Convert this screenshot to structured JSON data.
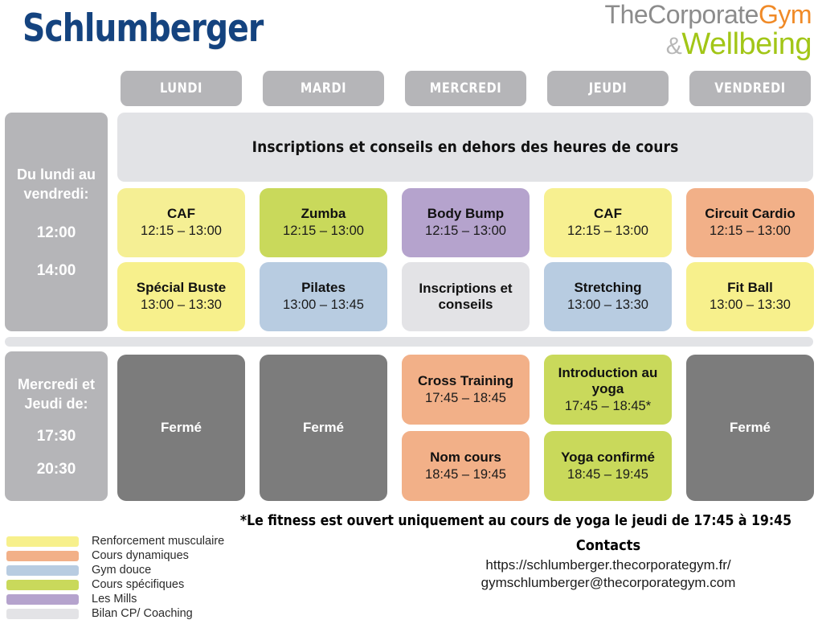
{
  "header": {
    "company_logo": "Schlumberger",
    "brand_line1_a": "TheCorporate",
    "brand_line1_b": "Gym",
    "brand_line2_amp": "&",
    "brand_line2_b": "Wellbeing",
    "colors": {
      "company_blue": "#14437f",
      "gym_orange": "#f08a27",
      "wellbeing_green": "#a2c617",
      "brand_gray": "#8c8c8c"
    }
  },
  "days": [
    {
      "label": "LUNDI"
    },
    {
      "label": "MARDI"
    },
    {
      "label": "MERCREDI"
    },
    {
      "label": "JEUDI"
    },
    {
      "label": "VENDREDI"
    }
  ],
  "banner": {
    "text": "Inscriptions et conseils en dehors des heures de cours"
  },
  "midday": {
    "sidebar": {
      "title": "Du lundi au vendredi:",
      "time_start": "12:00",
      "time_end": "14:00"
    },
    "rows": [
      {
        "cells": [
          {
            "name": "CAF",
            "time": "12:15 – 13:00",
            "color": "#f5ef94"
          },
          {
            "name": "Zumba",
            "time": "12:15 – 13:00",
            "color": "#c9d95b"
          },
          {
            "name": "Body Bump",
            "time": "12:15 – 13:00",
            "color": "#b5a3cd"
          },
          {
            "name": "CAF",
            "time": "12:15 – 13:00",
            "color": "#f7f090"
          },
          {
            "name": "Circuit Cardio",
            "time": "12:15 – 13:00",
            "color": "#f2b088"
          }
        ]
      },
      {
        "cells": [
          {
            "name": "Spécial Buste",
            "time": "13:00 – 13:30",
            "color": "#f7f08c"
          },
          {
            "name": "Pilates",
            "time": "13:00 – 13:45",
            "color": "#b8cce1"
          },
          {
            "name": "Inscriptions et conseils",
            "time": "",
            "color": "#e3e3e6"
          },
          {
            "name": "Stretching",
            "time": "13:00 – 13:30",
            "color": "#b8cce1"
          },
          {
            "name": "Fit Ball",
            "time": "13:00 – 13:30",
            "color": "#f7f08c"
          }
        ]
      }
    ]
  },
  "evening": {
    "sidebar": {
      "title": "Mercredi et Jeudi de:",
      "time_start": "17:30",
      "time_end": "20:30"
    },
    "closed_label": "Fermé",
    "closed_color": "#7c7c7c",
    "columns": [
      {
        "day": "LUNDI",
        "closed": true,
        "cells": []
      },
      {
        "day": "MARDI",
        "closed": true,
        "cells": []
      },
      {
        "day": "MERCREDI",
        "closed": false,
        "cells": [
          {
            "name": "Cross Training",
            "time": "17:45 – 18:45",
            "color": "#f2b088"
          },
          {
            "name": "Nom cours",
            "time": "18:45 – 19:45",
            "color": "#f2b088"
          }
        ]
      },
      {
        "day": "JEUDI",
        "closed": false,
        "cells": [
          {
            "name": "Introduction au yoga",
            "time": "17:45 – 18:45*",
            "color": "#c9d95b"
          },
          {
            "name": "Yoga confirmé",
            "time": "18:45 – 19:45",
            "color": "#c9d95b"
          }
        ]
      },
      {
        "day": "VENDREDI",
        "closed": true,
        "cells": []
      }
    ]
  },
  "legend": {
    "items": [
      {
        "label": "Renforcement musculaire",
        "color": "#f7f08c"
      },
      {
        "label": "Cours dynamiques",
        "color": "#f2b088"
      },
      {
        "label": "Gym douce",
        "color": "#b8cce1"
      },
      {
        "label": "Cours spécifiques",
        "color": "#c9d95b"
      },
      {
        "label": "Les Mills",
        "color": "#b5a3cd"
      },
      {
        "label": "Bilan CP/ Coaching",
        "color": "#e3e3e6"
      }
    ]
  },
  "footer": {
    "footnote": "*Le fitness est ouvert uniquement au cours de yoga le jeudi de 17:45 à 19:45",
    "contacts_title": "Contacts",
    "contacts_url": "https://schlumberger.thecorporategym.fr/",
    "contacts_email": "gymschlumberger@thecorporategym.com"
  }
}
